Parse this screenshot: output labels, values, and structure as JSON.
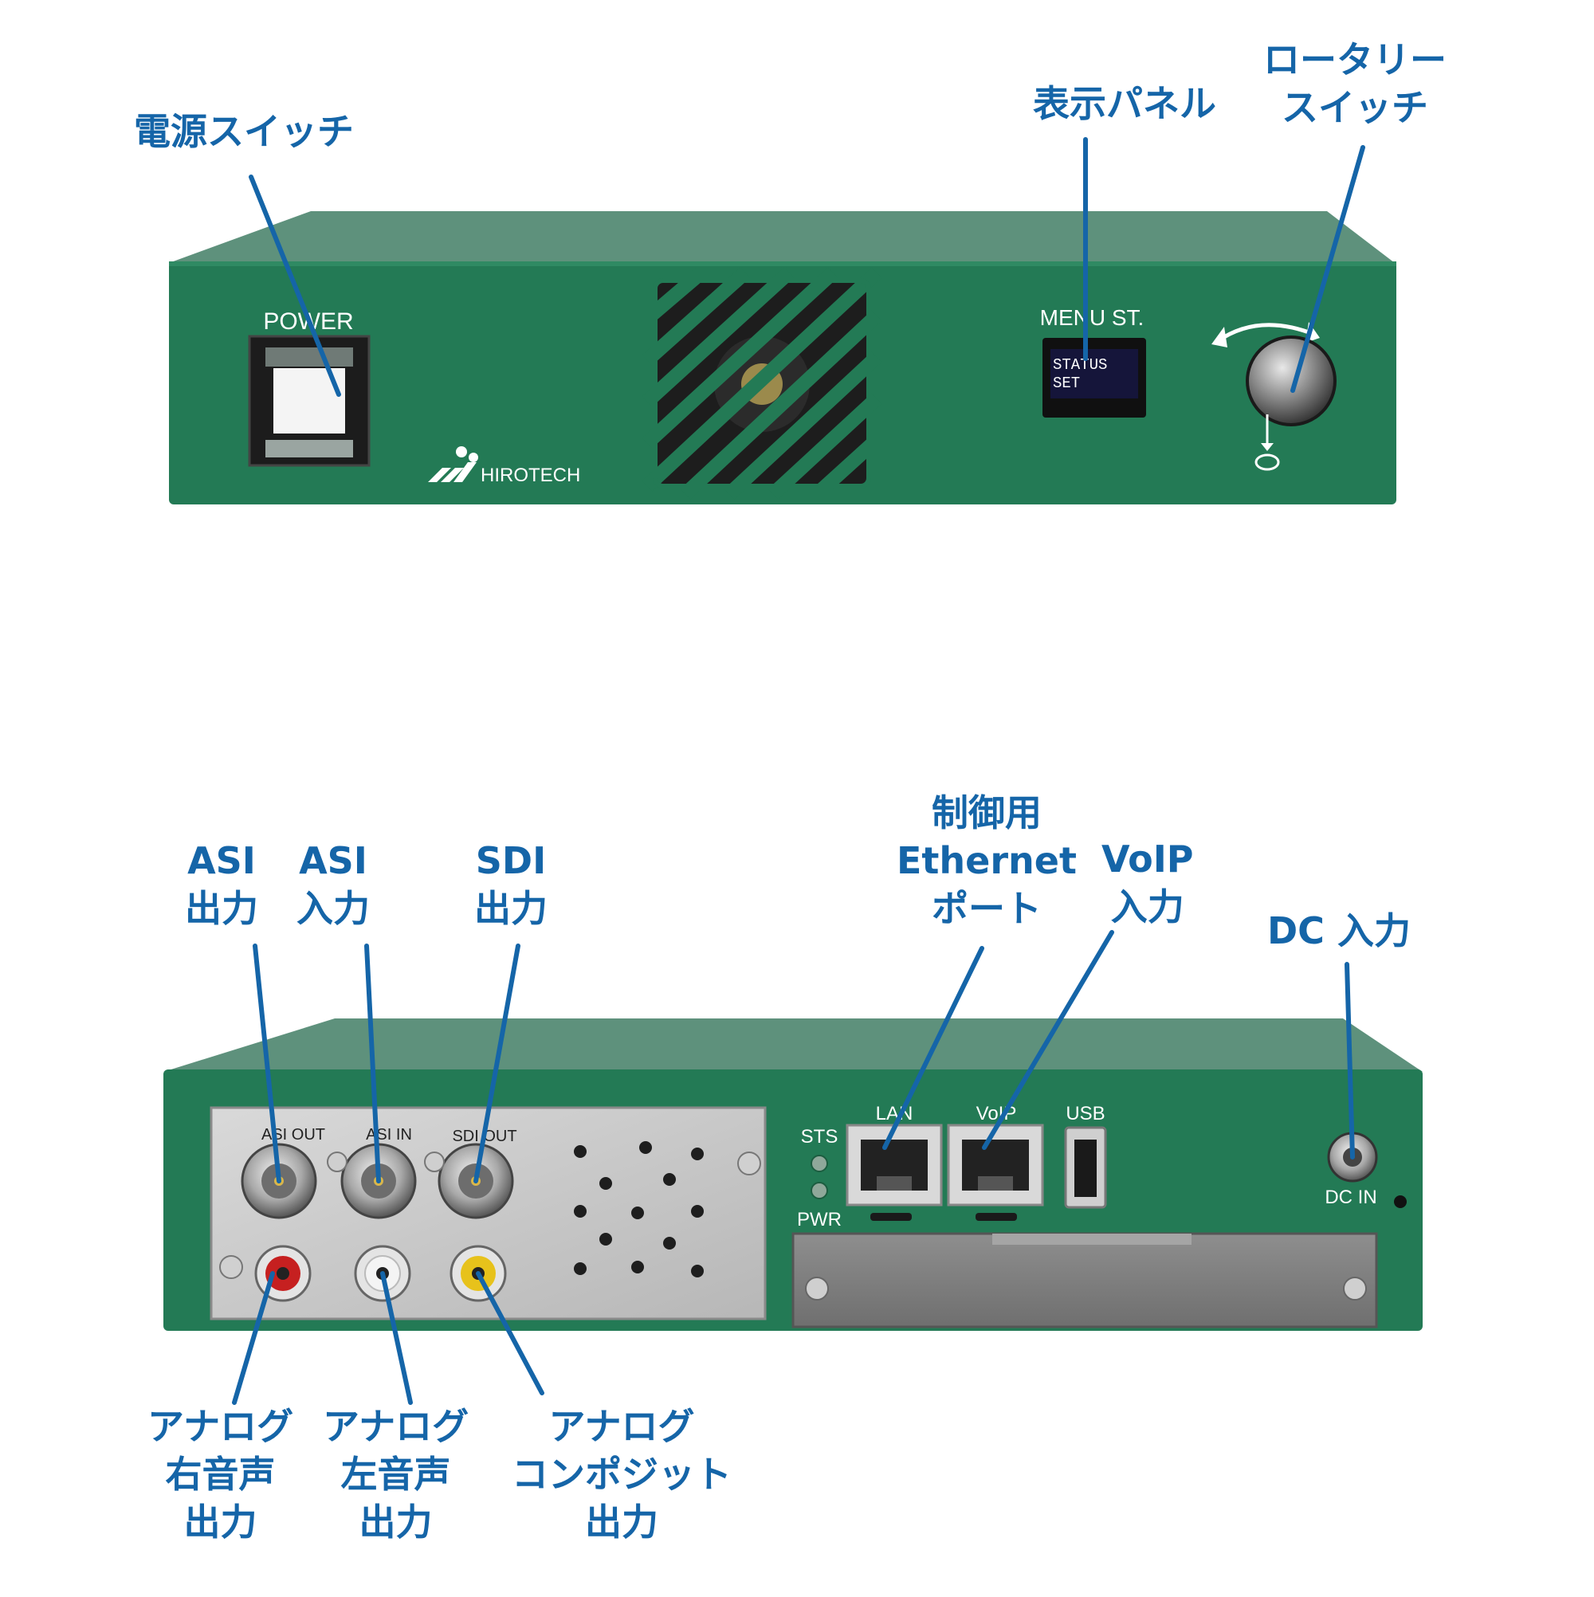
{
  "colors": {
    "callout_text": "#1565a8",
    "callout_line": "#1565a8",
    "chassis_front": "#237a55",
    "chassis_top": "#5e917c",
    "display_bg": "#15153a",
    "display_text": "#ffffff"
  },
  "front_panel": {
    "power_label": "POWER",
    "display_header": "MENU ST.",
    "display_line1": "STATUS",
    "display_line2": "SET",
    "brand": "HIROTECH"
  },
  "rear_panel": {
    "asi_out_label": "ASI OUT",
    "asi_in_label": "ASI IN",
    "sdi_out_label": "SDI OUT",
    "sts_label": "STS",
    "pwr_label": "PWR",
    "lan_label": "LAN",
    "voip_label": "VoIP",
    "usb_label": "USB",
    "dc_in_label": "DC IN"
  },
  "callouts": {
    "power_switch": [
      "電源スイッチ"
    ],
    "display_panel": [
      "表示パネル"
    ],
    "rotary_switch": [
      "ロータリー",
      "スイッチ"
    ],
    "asi_out": [
      "ASI",
      "出力"
    ],
    "asi_in": [
      "ASI",
      "入力"
    ],
    "sdi_out": [
      "SDI",
      "出力"
    ],
    "control_ethernet": [
      "制御用",
      "Ethernet",
      "ポート"
    ],
    "voip_in": [
      "VoIP",
      "入力"
    ],
    "dc_in": [
      "DC 入力"
    ],
    "analog_right": [
      "アナログ",
      "右音声",
      "出力"
    ],
    "analog_left": [
      "アナログ",
      "左音声",
      "出力"
    ],
    "analog_composite": [
      "アナログ",
      "コンポジット",
      "出力"
    ]
  }
}
